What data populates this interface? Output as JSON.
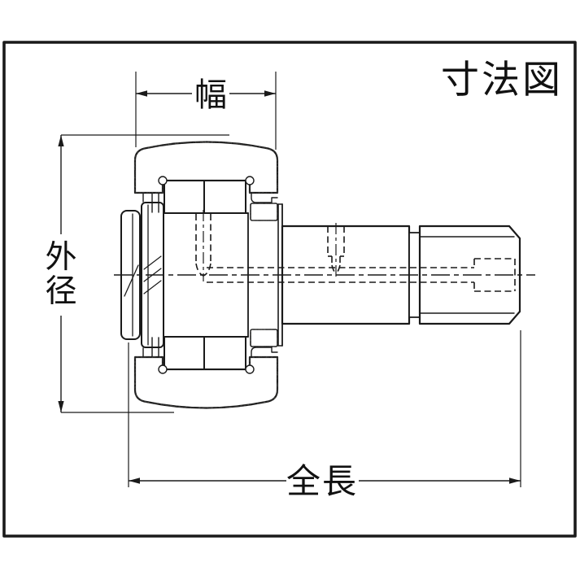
{
  "title": "寸法図",
  "dimensions": {
    "width": {
      "label": "幅"
    },
    "outer_diameter": {
      "label": "外径",
      "char1": "外",
      "char2": "径"
    },
    "overall_length": {
      "label": "全長"
    }
  },
  "drawing": {
    "name": "cam-follower-stud-bearing-cross-section",
    "colors": {
      "line": "#1a1a1a",
      "metal_fill": "#d7d7d3",
      "background": "#ffffff"
    }
  }
}
